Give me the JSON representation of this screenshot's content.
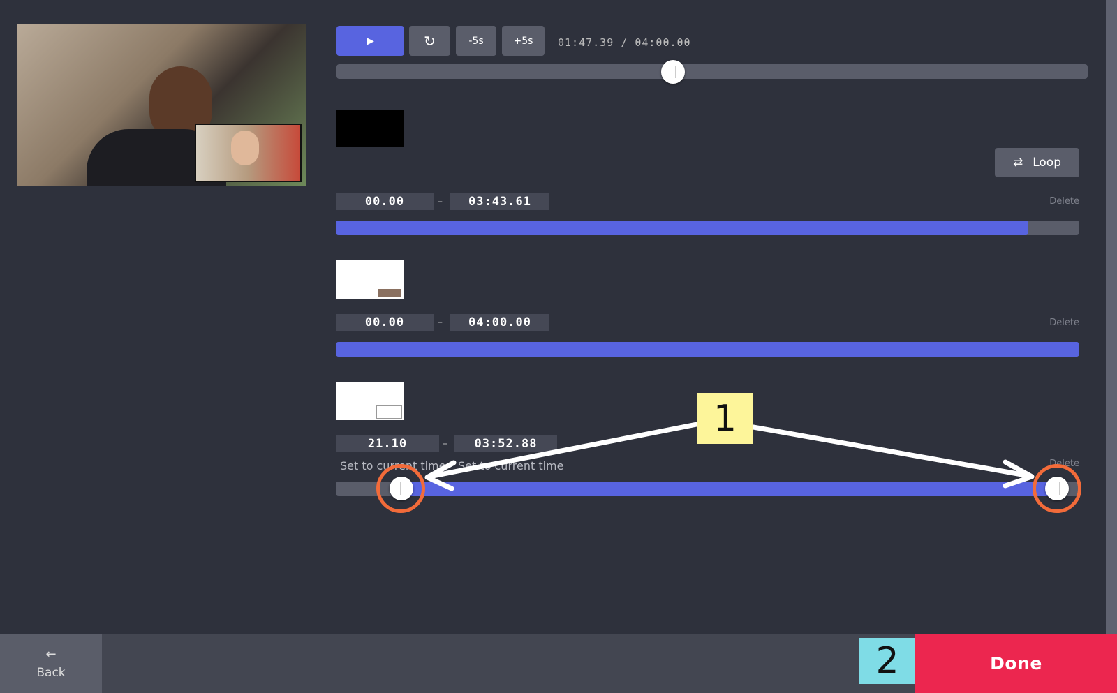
{
  "player": {
    "play_icon": "play-icon",
    "replay_icon": "replay-icon",
    "minus5": "-5s",
    "plus5": "+5s",
    "current_time": "01:47.39",
    "separator": "/",
    "duration": "04:00.00",
    "progress_fraction": 0.448
  },
  "loop_label": "Loop",
  "segments": [
    {
      "start": "00.00",
      "end": "03:43.61",
      "dash": "–",
      "delete": "Delete",
      "range": [
        0,
        0.931
      ]
    },
    {
      "start": "00.00",
      "end": "04:00.00",
      "dash": "–",
      "delete": "Delete",
      "range": [
        0,
        1
      ]
    },
    {
      "start": "21.10",
      "end": "03:52.88",
      "dash": "–",
      "delete": "Delete",
      "set_start": "Set to current time",
      "set_end": "Set to current time",
      "range": [
        0.088,
        0.97
      ]
    }
  ],
  "annotations": {
    "one": "1",
    "two": "2"
  },
  "footer": {
    "back": "Back",
    "done": "Done"
  },
  "colors": {
    "accent": "#5864e0",
    "done": "#ec264f",
    "annotation_yellow": "#fdf59a",
    "annotation_teal": "#7fdce6",
    "highlight": "#f26b3a"
  }
}
